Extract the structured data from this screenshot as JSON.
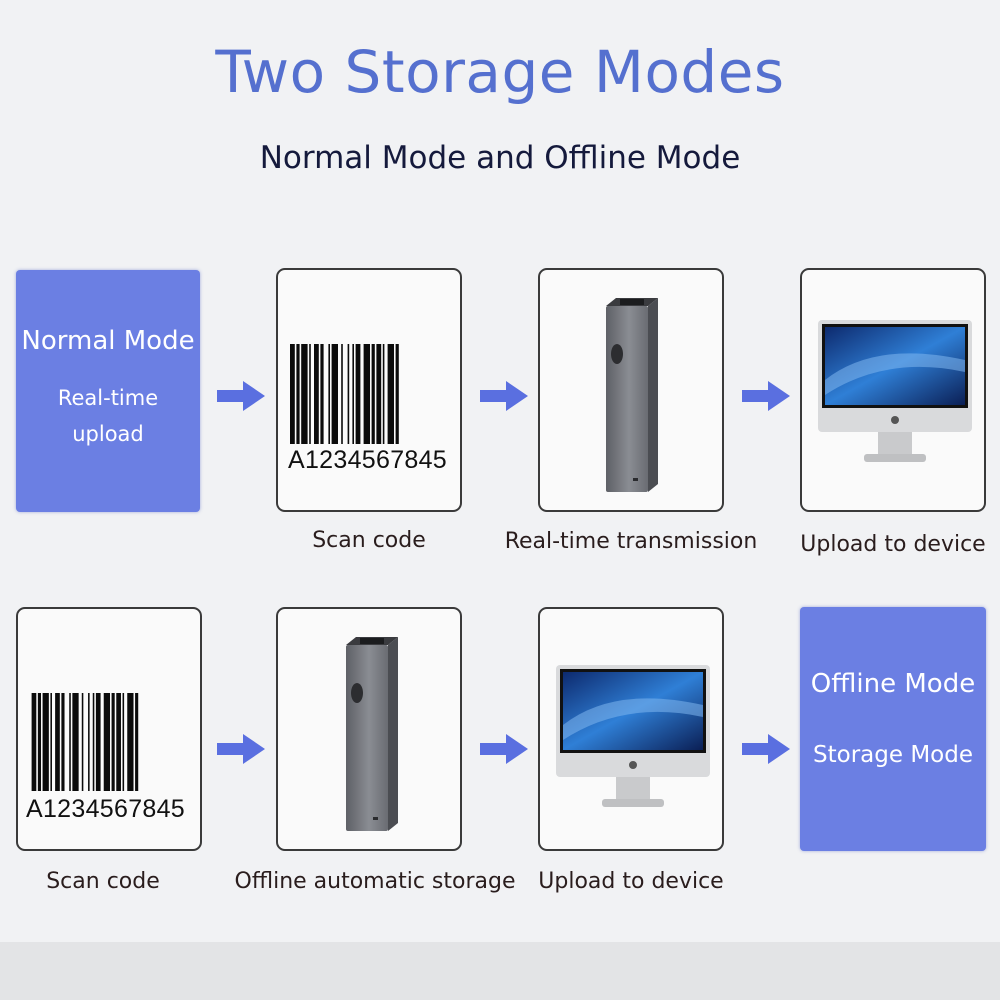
{
  "title": "Two Storage Modes",
  "subtitle": "Normal Mode and Offline Mode",
  "colors": {
    "accent": "#5570cf",
    "mode_box": "#6b7fe3",
    "arrow": "#5a6fe0"
  },
  "normal_row": {
    "mode_title": "Normal Mode",
    "mode_sub_1": "Real-time",
    "mode_sub_2": "upload",
    "barcode_number": "A1234567845",
    "captions": [
      "Scan code",
      "Real-time transmission",
      "Upload to device"
    ]
  },
  "offline_row": {
    "mode_title": "Offline Mode",
    "mode_sub": "Storage Mode",
    "barcode_number": "A1234567845",
    "captions": [
      "Scan code",
      "Offline automatic storage",
      "Upload to device"
    ]
  },
  "icons": [
    "barcode-icon",
    "scanner-device-icon",
    "computer-monitor-icon",
    "arrow-right-icon"
  ]
}
